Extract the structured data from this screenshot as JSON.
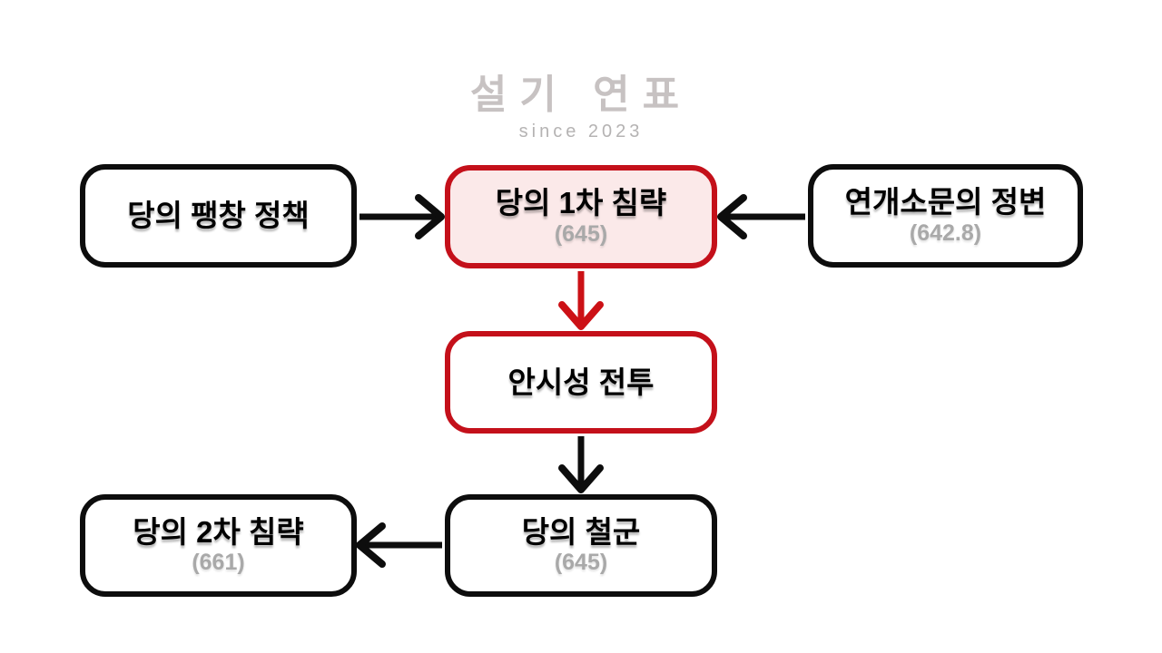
{
  "watermark": {
    "title": "설기 연표",
    "subtitle": "since 2023"
  },
  "colors": {
    "highlight_border_red": "#c4101a",
    "highlight_fill_pink": "#fbe9e9",
    "line_black": "#0d0d0d",
    "arrow_red": "#cc1116",
    "year_gray": "#a9a9a9",
    "watermark_gray": "#c1bcbc"
  },
  "nodes": {
    "tang_expansion": {
      "title": "당의 팽창 정책"
    },
    "tang_invasion1": {
      "title": "당의 1차 침략",
      "year": "(645)"
    },
    "yeon_coup": {
      "title": "연개소문의 정변",
      "year": "(642.8)"
    },
    "ansi_battle": {
      "title": "안시성 전투"
    },
    "tang_withdrawal": {
      "title": "당의 철군",
      "year": "(645)"
    },
    "tang_invasion2": {
      "title": "당의 2차 침략",
      "year": "(661)"
    }
  },
  "connections": [
    {
      "from": "tang_expansion",
      "to": "tang_invasion1",
      "color": "black",
      "direction": "right"
    },
    {
      "from": "yeon_coup",
      "to": "tang_invasion1",
      "color": "black",
      "direction": "left"
    },
    {
      "from": "tang_invasion1",
      "to": "ansi_battle",
      "color": "red",
      "direction": "down"
    },
    {
      "from": "ansi_battle",
      "to": "tang_withdrawal",
      "color": "black",
      "direction": "down"
    },
    {
      "from": "tang_withdrawal",
      "to": "tang_invasion2",
      "color": "black",
      "direction": "left"
    }
  ]
}
